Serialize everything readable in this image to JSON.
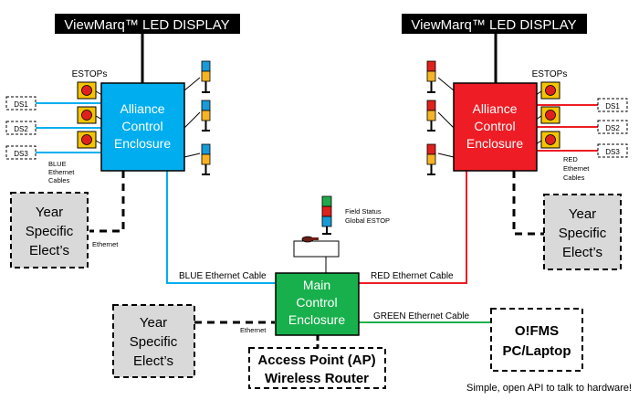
{
  "colors": {
    "blue": "#00aeef",
    "red": "#ee1c24",
    "green": "#18b04c",
    "estop_red": "#e0201c",
    "estop_yellow": "#f5c400",
    "gray_box": "#d9d9d9",
    "stack_blue": "#1a9ad6",
    "stack_red": "#e0201c",
    "stack_orange": "#f6b326",
    "stack_green": "#22a84a"
  },
  "left_display": {
    "label": "ViewMarq™ LED DISPLAY"
  },
  "right_display": {
    "label": "ViewMarq™ LED DISPLAY"
  },
  "left_enclosure": {
    "lines": [
      "Alliance",
      "Control",
      "Enclosure"
    ]
  },
  "right_enclosure": {
    "lines": [
      "Alliance",
      "Control",
      "Enclosure"
    ]
  },
  "left_estops_label": "ESTOPs",
  "right_estops_label": "ESTOPs",
  "left_ds": [
    "DS1",
    "DS2",
    "DS3"
  ],
  "right_ds": [
    "DS1",
    "DS2",
    "DS3"
  ],
  "left_cable_note": [
    "BLUE",
    "Ethernet",
    "Cables"
  ],
  "right_cable_note": [
    "RED",
    "Ethernet",
    "Cables"
  ],
  "left_year_box": {
    "lines": [
      "Year",
      "Specific",
      "Elect’s"
    ]
  },
  "right_year_box": {
    "lines": [
      "Year",
      "Specific",
      "Elect’s"
    ]
  },
  "bottom_year_box": {
    "lines": [
      "Year",
      "Specific",
      "Elect’s"
    ]
  },
  "ethernet_label_left": "Ethernet",
  "ethernet_label_bottom": "Ethernet",
  "field_status": {
    "lines": [
      "Field Status",
      "Global ESTOP"
    ]
  },
  "main_enclosure": {
    "lines": [
      "Main",
      "Control",
      "Enclosure"
    ]
  },
  "blue_cable_label": "BLUE Ethernet Cable",
  "red_cable_label": "RED Ethernet Cable",
  "green_cable_label": "GREEN Ethernet Cable",
  "ofms_box": {
    "lines": [
      "O!FMS",
      "PC/Laptop"
    ]
  },
  "access_point": {
    "lines": [
      "Access Point (AP)",
      "Wireless Router"
    ]
  },
  "footer_note": "Simple, open API to talk to hardware!"
}
